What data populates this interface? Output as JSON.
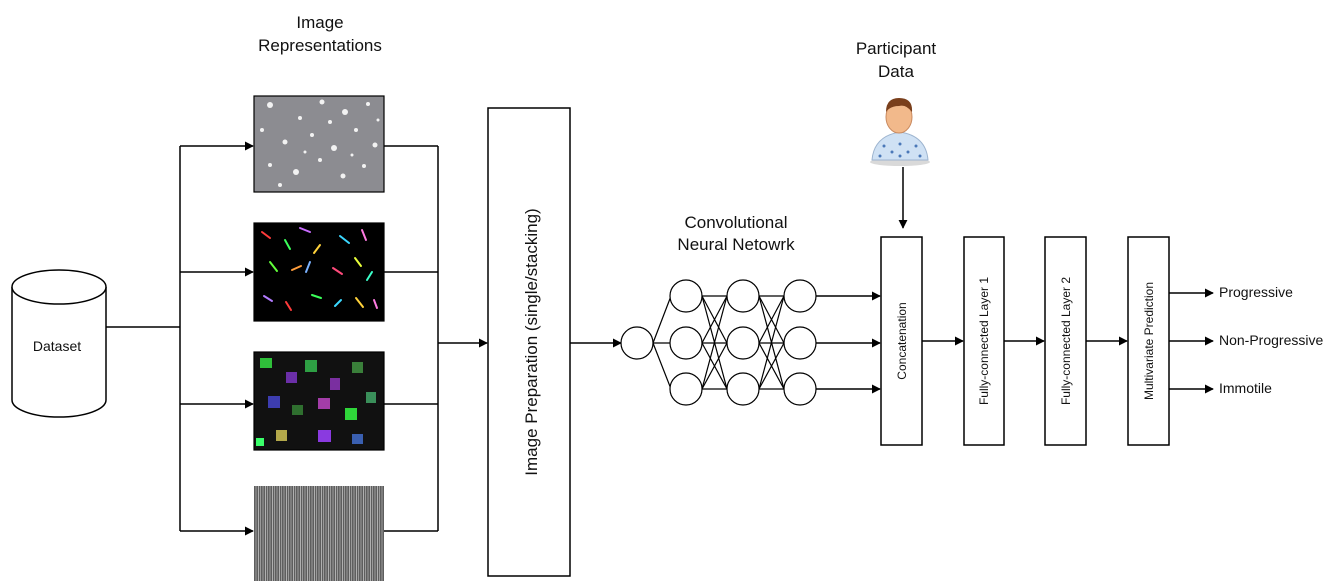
{
  "titles": {
    "image_repr_line1": "Image",
    "image_repr_line2": "Representations",
    "participant_line1": "Participant",
    "participant_line2": "Data",
    "cnn_line1": "Convolutional",
    "cnn_line2": "Neural Netowrk"
  },
  "dataset": {
    "label": "Dataset"
  },
  "boxes": {
    "image_preparation": "Image Preparation (single/stacking)",
    "concatenation": "Concatenation",
    "fc1": "Fully-connected Layer 1",
    "fc2": "Fully-connected Layer 2",
    "prediction": "Multivariate Prediction"
  },
  "outputs": [
    "Progressive",
    "Non-Progressive",
    "Immotile"
  ],
  "image_representations": [
    {
      "icon": "phase-contrast-microscopy-image",
      "color": "#8a8a8e"
    },
    {
      "icon": "colored-tracks-image",
      "color": "#000000"
    },
    {
      "icon": "colored-blobs-image",
      "color": "#101010"
    },
    {
      "icon": "vertical-streaks-image",
      "color": "#6e6e6e"
    }
  ],
  "participant_icon": "patient-avatar-icon",
  "colors": {
    "stroke": "#000000",
    "background": "#ffffff"
  }
}
